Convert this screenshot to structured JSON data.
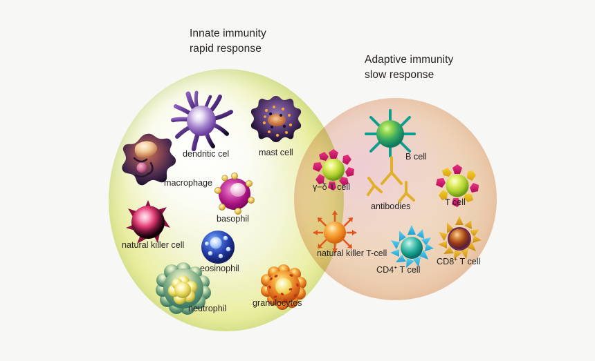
{
  "diagram": {
    "title": "Innate and adaptive immunity Venn diagram",
    "background_color": "#f7f7f5"
  },
  "headings": {
    "innate": "Innate immunity\nrapid response",
    "adaptive": "Adaptive immunity\nslow response"
  },
  "circles": {
    "innate": {
      "name": "Innate immunity",
      "fill": "#e9ee9e"
    },
    "adaptive": {
      "name": "Adaptive immunity",
      "fill": "#f3cfae"
    }
  },
  "cells": {
    "innate": [
      {
        "id": "dendritic-cell",
        "label": "dendritic cel",
        "color": "#7b4fa8"
      },
      {
        "id": "mast-cell",
        "label": "mast cell",
        "color": "#4b2a63"
      },
      {
        "id": "macrophage",
        "label": "macrophage",
        "color": "#5d3a4e"
      },
      {
        "id": "basophil",
        "label": "basophil",
        "color": "#c2239a"
      },
      {
        "id": "natural-killer-cell",
        "label": "natural killer cell",
        "color": "#e8467e"
      },
      {
        "id": "eosinophil",
        "label": "eosinophil",
        "color": "#2b47b5"
      },
      {
        "id": "neutrophil",
        "label": "neutrophil",
        "color": "#5f9b6e"
      },
      {
        "id": "granulocytes",
        "label": "granulocytes",
        "color": "#ef8a22"
      }
    ],
    "overlap": [
      {
        "id": "gamma-delta-t-cell",
        "label": "γ−δ T cell",
        "color": "#d6157e"
      },
      {
        "id": "natural-killer-t-cell",
        "label": "natural killer T-cell",
        "color": "#f08a2a"
      }
    ],
    "adaptive": [
      {
        "id": "b-cell",
        "label": "B cell",
        "color": "#1a9d8f"
      },
      {
        "id": "antibodies",
        "label": "antibodies",
        "color": "#e3b328"
      },
      {
        "id": "t-cell",
        "label": "T cell",
        "color": "#d6157e"
      },
      {
        "id": "cd4-t-cell",
        "label": "CD4",
        "label_sup": "+",
        "label_tail": " T cell",
        "color": "#2bb6c8"
      },
      {
        "id": "cd8-t-cell",
        "label": "CD8",
        "label_sup": "+",
        "label_tail": " T cell",
        "color": "#b5561c"
      }
    ]
  }
}
